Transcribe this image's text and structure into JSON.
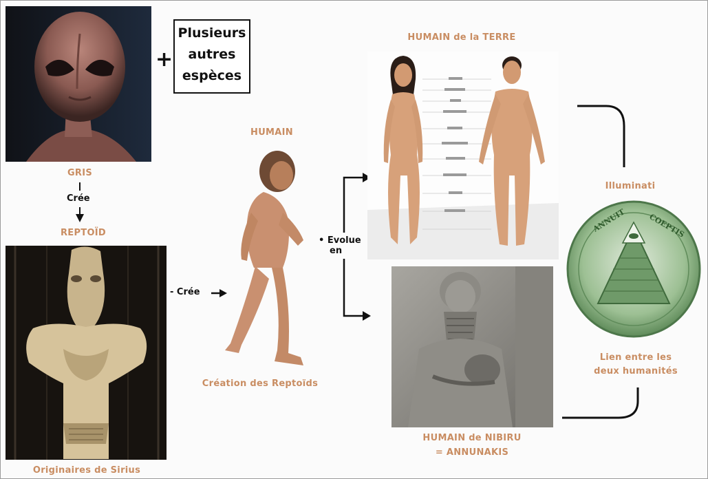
{
  "labels": {
    "plus_sign": "+",
    "other_species": [
      "Plusieurs",
      "autres",
      "espèces"
    ],
    "gris": "GRIS",
    "cree_vertical": "Crée",
    "reptoid": "REPTOÏD",
    "originaires": "Originaires de Sirius",
    "cree_horizontal": "Crée",
    "humain": "HUMAIN",
    "creation": "Création des Reptoïds",
    "evolue": "Evolue",
    "en": "en",
    "humain_terre": "HUMAIN de la TERRE",
    "humain_nibiru": "HUMAIN de NIBIRU",
    "annunakis": "= ANNUNAKIS",
    "illuminati": "Illuminati",
    "lien_line1": "Lien entre les",
    "lien_line2": "deux humanités",
    "seal_top_left": "ANNUIT",
    "seal_top_right": "COEPTIS"
  },
  "colors": {
    "label_orange": "#c98d62",
    "arrow_black": "#111111",
    "skin": "#d9a57d",
    "seal_green": "#7fae79"
  }
}
